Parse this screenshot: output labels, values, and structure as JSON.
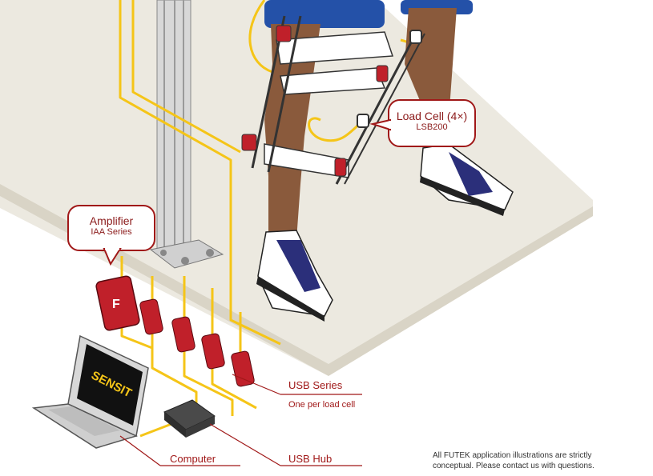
{
  "callouts": {
    "load_cell": {
      "title": "Load Cell (4×)",
      "subtitle": "LSB200"
    },
    "amplifier": {
      "title": "Amplifier",
      "subtitle": "IAA Series"
    }
  },
  "labels": {
    "usb_series": "USB Series",
    "usb_series_note": "One per load cell",
    "usb_hub": "USB Hub",
    "computer": "Computer"
  },
  "laptop_screen_logo": "SENSIT",
  "disclaimer": {
    "line1": "All FUTEK application illustrations are strictly",
    "line2": "conceptual. Please contact us with questions."
  },
  "colors": {
    "cable": "#f5c518",
    "device_red": "#c0202a",
    "label_red": "#a01818",
    "platform": "#ece9e0",
    "sock_shoe_navy": "#2b2f7a",
    "skin": "#8a5a3c"
  }
}
